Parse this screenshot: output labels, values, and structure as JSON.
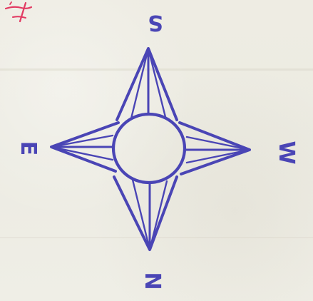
{
  "compass": {
    "labels": {
      "top": "S",
      "bottom": "N",
      "left": "E",
      "right": "W"
    },
    "ink_color": "#4a45b5",
    "stray_mark_color": "#e23a62"
  }
}
